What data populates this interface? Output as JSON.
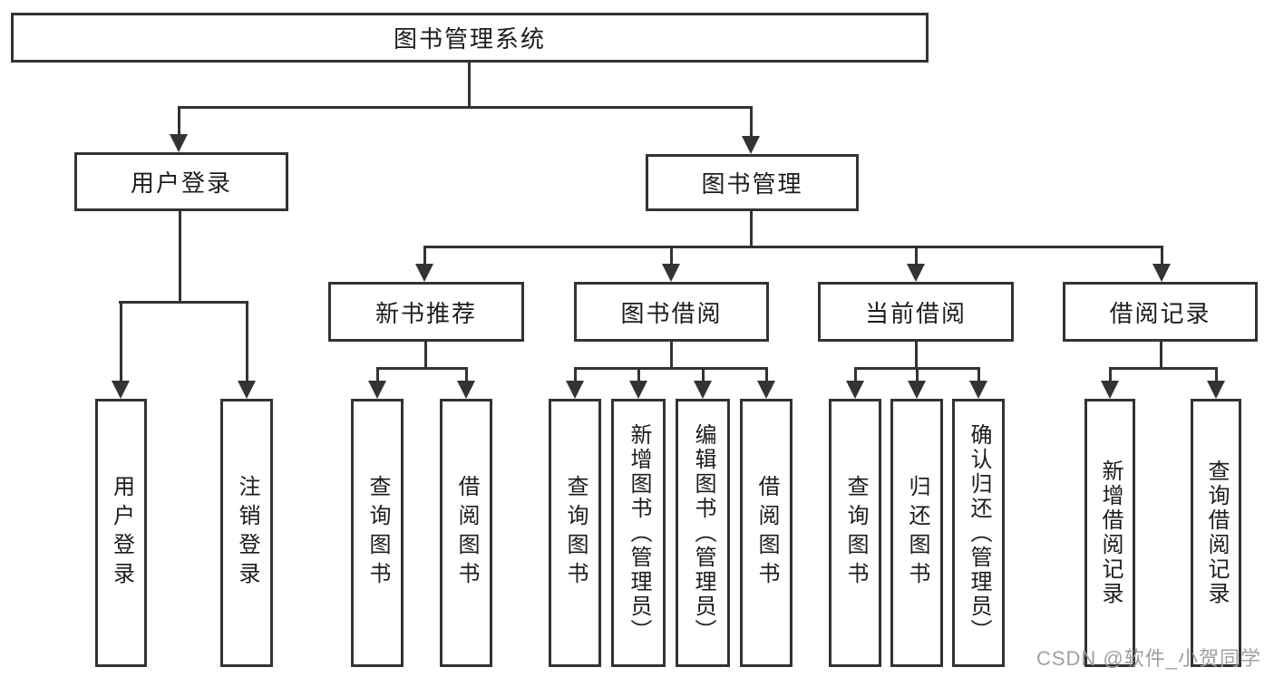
{
  "colors": {
    "line": "#333333",
    "text": "#1c1c1c",
    "watermark": "#a0a0a0",
    "background": "#ffffff"
  },
  "watermark": "CSDN @软件_小贺同学",
  "tree": {
    "root": {
      "label": "图书管理系统"
    },
    "children": [
      {
        "label": "用户登录",
        "children": [
          {
            "label": "用户登录"
          },
          {
            "label": "注销登录"
          }
        ]
      },
      {
        "label": "图书管理",
        "children": [
          {
            "label": "新书推荐",
            "children": [
              {
                "label": "查询图书"
              },
              {
                "label": "借阅图书"
              }
            ]
          },
          {
            "label": "图书借阅",
            "children": [
              {
                "label": "查询图书"
              },
              {
                "label": "新增图书（管理员）"
              },
              {
                "label": "编辑图书（管理员）"
              },
              {
                "label": "借阅图书"
              }
            ]
          },
          {
            "label": "当前借阅",
            "children": [
              {
                "label": "查询图书"
              },
              {
                "label": "归还图书"
              },
              {
                "label": "确认归还（管理员）"
              }
            ]
          },
          {
            "label": "借阅记录",
            "children": [
              {
                "label": "新增借阅记录"
              },
              {
                "label": "查询借阅记录"
              }
            ]
          }
        ]
      }
    ]
  }
}
